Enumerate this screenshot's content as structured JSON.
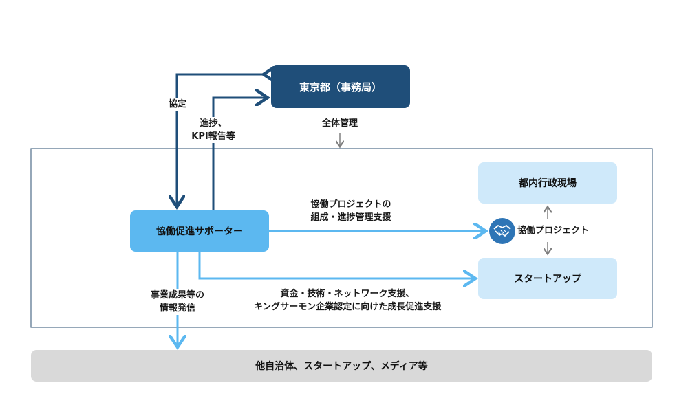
{
  "nodes": {
    "tokyo": "東京都（事務局）",
    "supporter": "協働促進サポーター",
    "gyosei": "都内行政現場",
    "startup": "スタートアップ",
    "others": "他自治体、スタートアップ、メディア等"
  },
  "labels": {
    "kyotei": "協定",
    "shinchoku": [
      "進捗、",
      "KPI報告等"
    ],
    "zentai": "全体管理",
    "kyodo_support": [
      "協働プロジェクトの",
      "組成・進捗管理支援"
    ],
    "kyodo_project": "協働プロジェクト",
    "shien": [
      "資金・技術・ネットワーク支援、",
      "キングサーモン企業認定に向けた成長促進支援"
    ],
    "hasshin": [
      "事業成果等の",
      "情報発信"
    ]
  },
  "icons": {
    "handshake": "handshake-icon"
  },
  "colors": {
    "dark_blue": "#1f4e79",
    "mid_blue": "#5cb8f0",
    "light_blue": "#cfe9fa",
    "gray_box": "#d9d9d9",
    "gray_arrow": "#7f7f7f",
    "frame": "#4f6d8a",
    "handshake_bg": "#2e75b6"
  }
}
